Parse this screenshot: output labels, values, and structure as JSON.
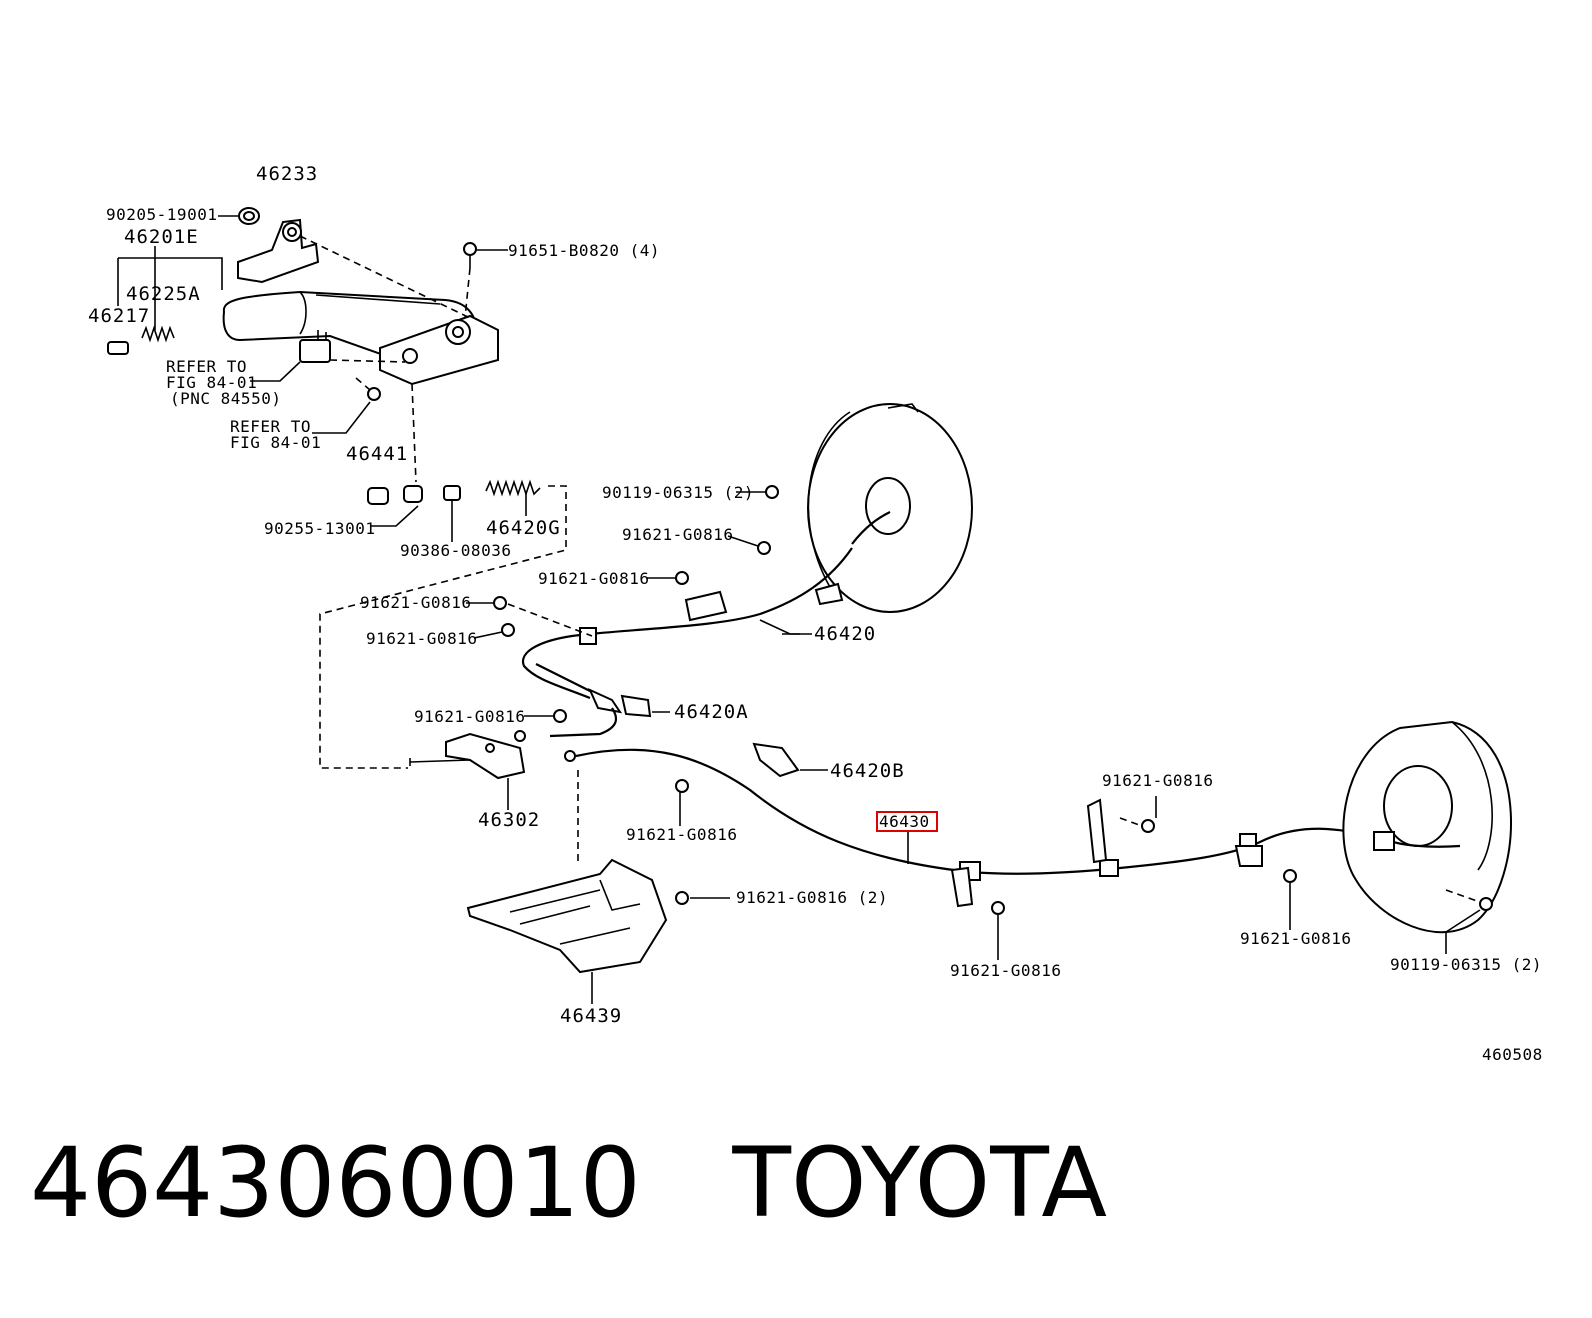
{
  "labels": {
    "l46233": "46233",
    "l90205": "90205-19001",
    "l46201E": "46201E",
    "l91651": "91651-B0820 (4)",
    "l46225A": "46225A",
    "l46217": "46217",
    "lRefer1a": "REFER TO",
    "lRefer1b": "FIG 84-01",
    "lRefer1c": "(PNC 84550)",
    "lRefer2a": "REFER TO",
    "lRefer2b": "FIG 84-01",
    "l46441": "46441",
    "l90255": "90255-13001",
    "l90386": "90386-08036",
    "l46420G": "46420G",
    "l90119a": "90119-06315 (2)",
    "l91621a": "91621-G0816",
    "l91621b": "91621-G0816",
    "l91621c": "91621-G0816",
    "l91621d": "91621-G0816",
    "l46420": "46420",
    "l91621e": "91621-G0816",
    "l46420A": "46420A",
    "l46420B": "46420B",
    "l46302": "46302",
    "l91621f": "91621-G0816",
    "l46430": "46430",
    "l91621g": "91621-G0816",
    "l91621h": "91621-G0816 (2)",
    "l91621i": "91621-G0816",
    "l91621j": "91621-G0816",
    "l90119b": "90119-06315 (2)",
    "l46439": "46439",
    "l460508": "460508"
  },
  "caption": "4643060010   TOYOTA",
  "highlight_color": "#e00000"
}
